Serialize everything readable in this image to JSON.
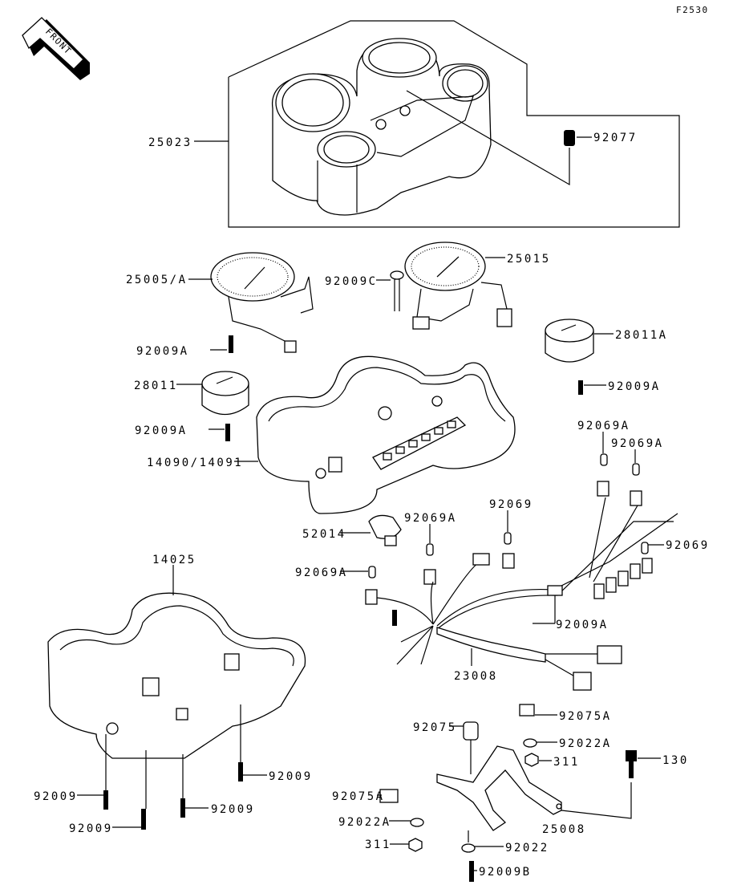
{
  "diagram": {
    "figure_code": "F2530",
    "front_marker": "FRONT",
    "labels": {
      "meter_assy": "25023",
      "screw_92077": "92077",
      "speedometer": "25005/A",
      "screw_92009c": "92009C",
      "tachometer": "25015",
      "gauge_28011a": "28011A",
      "screw_92009a_left_top": "92009A",
      "gauge_28011": "28011",
      "screw_92009a_right": "92009A",
      "screw_92009a_left_mid": "92009A",
      "case": "14090/14091",
      "bulb_92069a_1": "92069A",
      "bulb_92069a_2": "92069A",
      "pipe_52014": "52014",
      "bulb_92069a_3": "92069A",
      "bulb_92069_1": "92069",
      "bulb_92069_2": "92069",
      "bulb_92069a_4": "92069A",
      "cover_14025": "14025",
      "screw_92009a_harness": "92009A",
      "harness": "23008",
      "damper_92075a_right": "92075A",
      "damper_92075": "92075",
      "washer_92022a_right": "92022A",
      "nut_311_right": "311",
      "bolt_130": "130",
      "screw_92009_1": "92009",
      "screw_92009_2": "92009",
      "screw_92009_3": "92009",
      "screw_92009_4": "92009",
      "damper_92075a_left": "92075A",
      "washer_92022a_left": "92022A",
      "bracket_25008": "25008",
      "nut_311_left": "311",
      "washer_92022": "92022",
      "screw_92009b": "92009B"
    }
  }
}
